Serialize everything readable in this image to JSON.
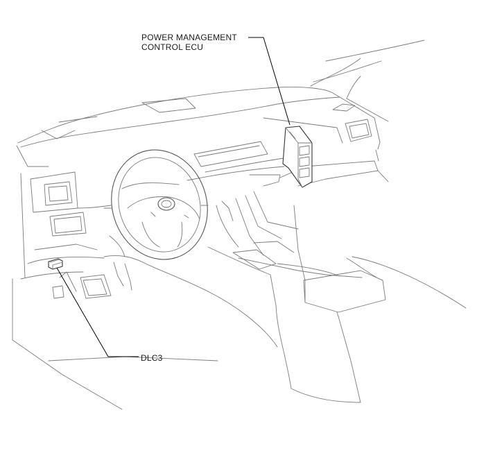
{
  "labels": {
    "power_management_line1": "POWER MANAGEMENT",
    "power_management_line2": "CONTROL ECU",
    "dlc3": "DLC3"
  },
  "colors": {
    "background": "#ffffff",
    "line_art": "#7a7a7a",
    "leader": "#000000",
    "text": "#1a1a1a"
  }
}
